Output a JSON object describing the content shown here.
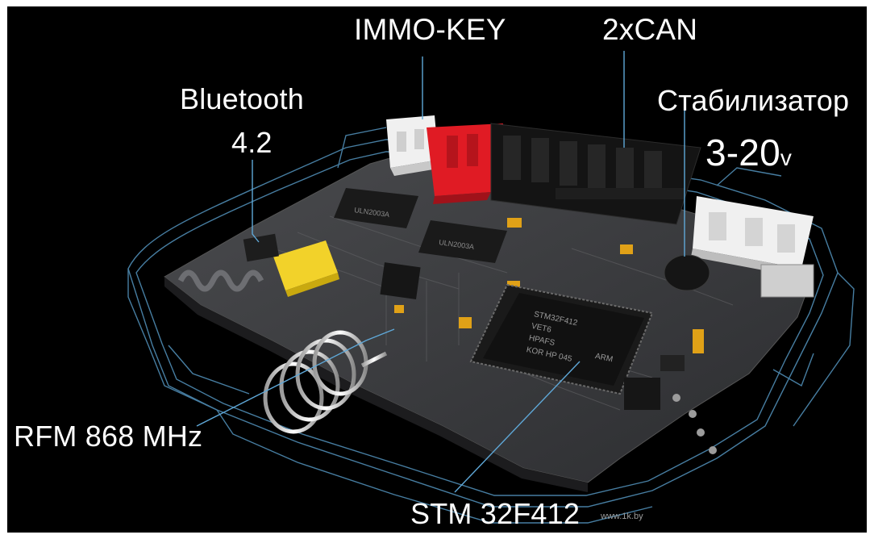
{
  "labels": {
    "immo_key": "IMMO-KEY",
    "can": "2xCAN",
    "bluetooth_line1": "Bluetooth",
    "bluetooth_line2": "4.2",
    "stabilizer": "Стабилизатор",
    "voltage": "3-20",
    "voltage_unit": "v",
    "rfm": "RFM 868 MHz",
    "stm": "STM 32F412"
  },
  "chip_markings": {
    "mcu_line1": "STM32F412",
    "mcu_line2": "VET6",
    "mcu_line3": "HPAFS",
    "mcu_line4": "KOR HP 045",
    "mcu_brand": "ARM",
    "driver1_line1": "ULN2003A",
    "driver2_line1": "ULN2003A"
  },
  "colors": {
    "background": "#000000",
    "pcb": "#3a3b3d",
    "wireframe": "#5fa8d8",
    "connector_red": "#e01b24",
    "connector_white": "#f0f0f0",
    "connector_black": "#141414",
    "capacitor_yellow": "#f2d22a",
    "label_text": "#ffffff"
  },
  "watermark": "www.1k.by"
}
